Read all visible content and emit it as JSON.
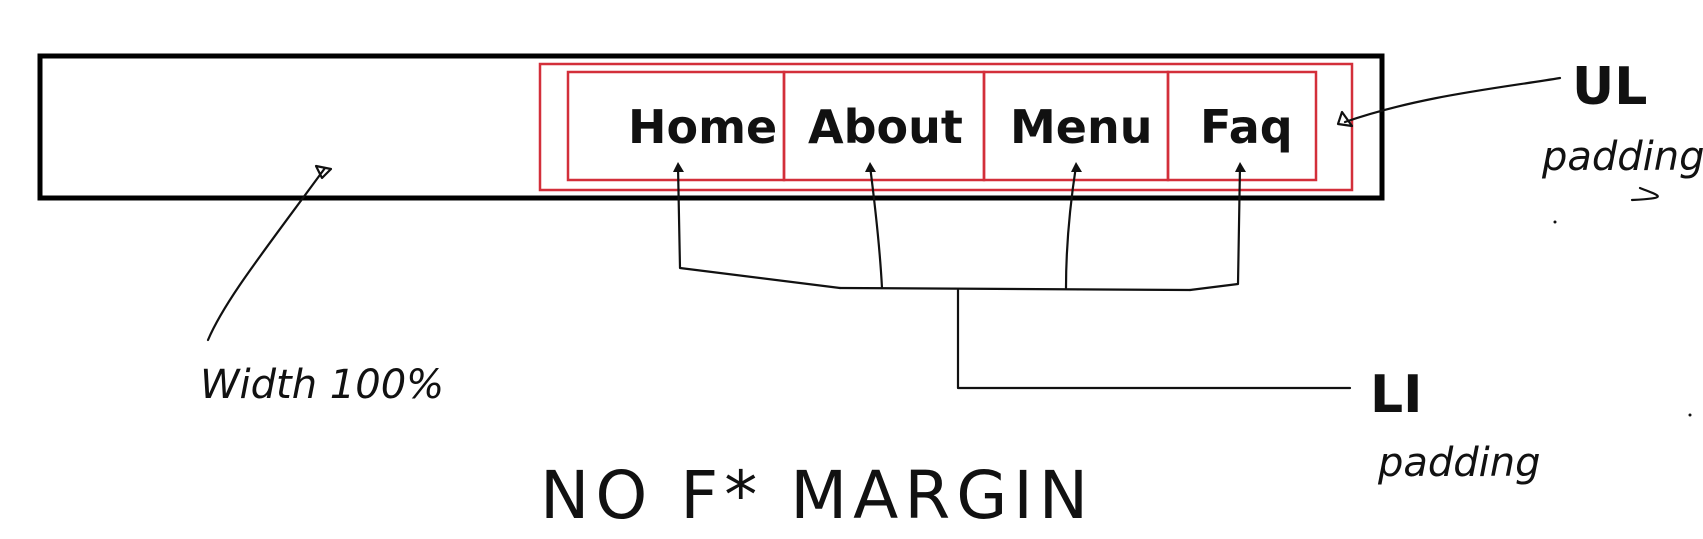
{
  "nav": {
    "items": [
      {
        "label": "Home"
      },
      {
        "label": "About"
      },
      {
        "label": "Menu"
      },
      {
        "label": "Faq"
      }
    ]
  },
  "annotations": {
    "ul_label": "UL",
    "ul_note": "padding",
    "li_label": "LI",
    "li_note": "padding",
    "width_note": "Width 100%",
    "margin_note": "NO F* MARGIN"
  },
  "colors": {
    "outline": "#000000",
    "highlight": "#d32f3a",
    "text": "#111111",
    "background": "#ffffff"
  }
}
